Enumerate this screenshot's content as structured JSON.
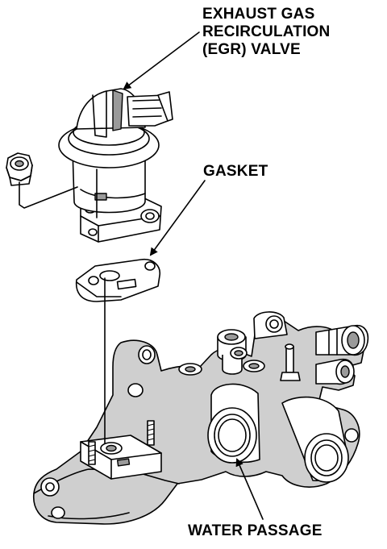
{
  "labels": {
    "egr_line1": "EXHAUST GAS",
    "egr_line2": "RECIRCULATION",
    "egr_line3": "(EGR) VALVE",
    "gasket": "GASKET",
    "water_passage": "WATER PASSAGE"
  },
  "colors": {
    "line": "#000000",
    "shade": "#cfcfcf",
    "dark_shade": "#9a9a9a",
    "background": "#ffffff"
  }
}
